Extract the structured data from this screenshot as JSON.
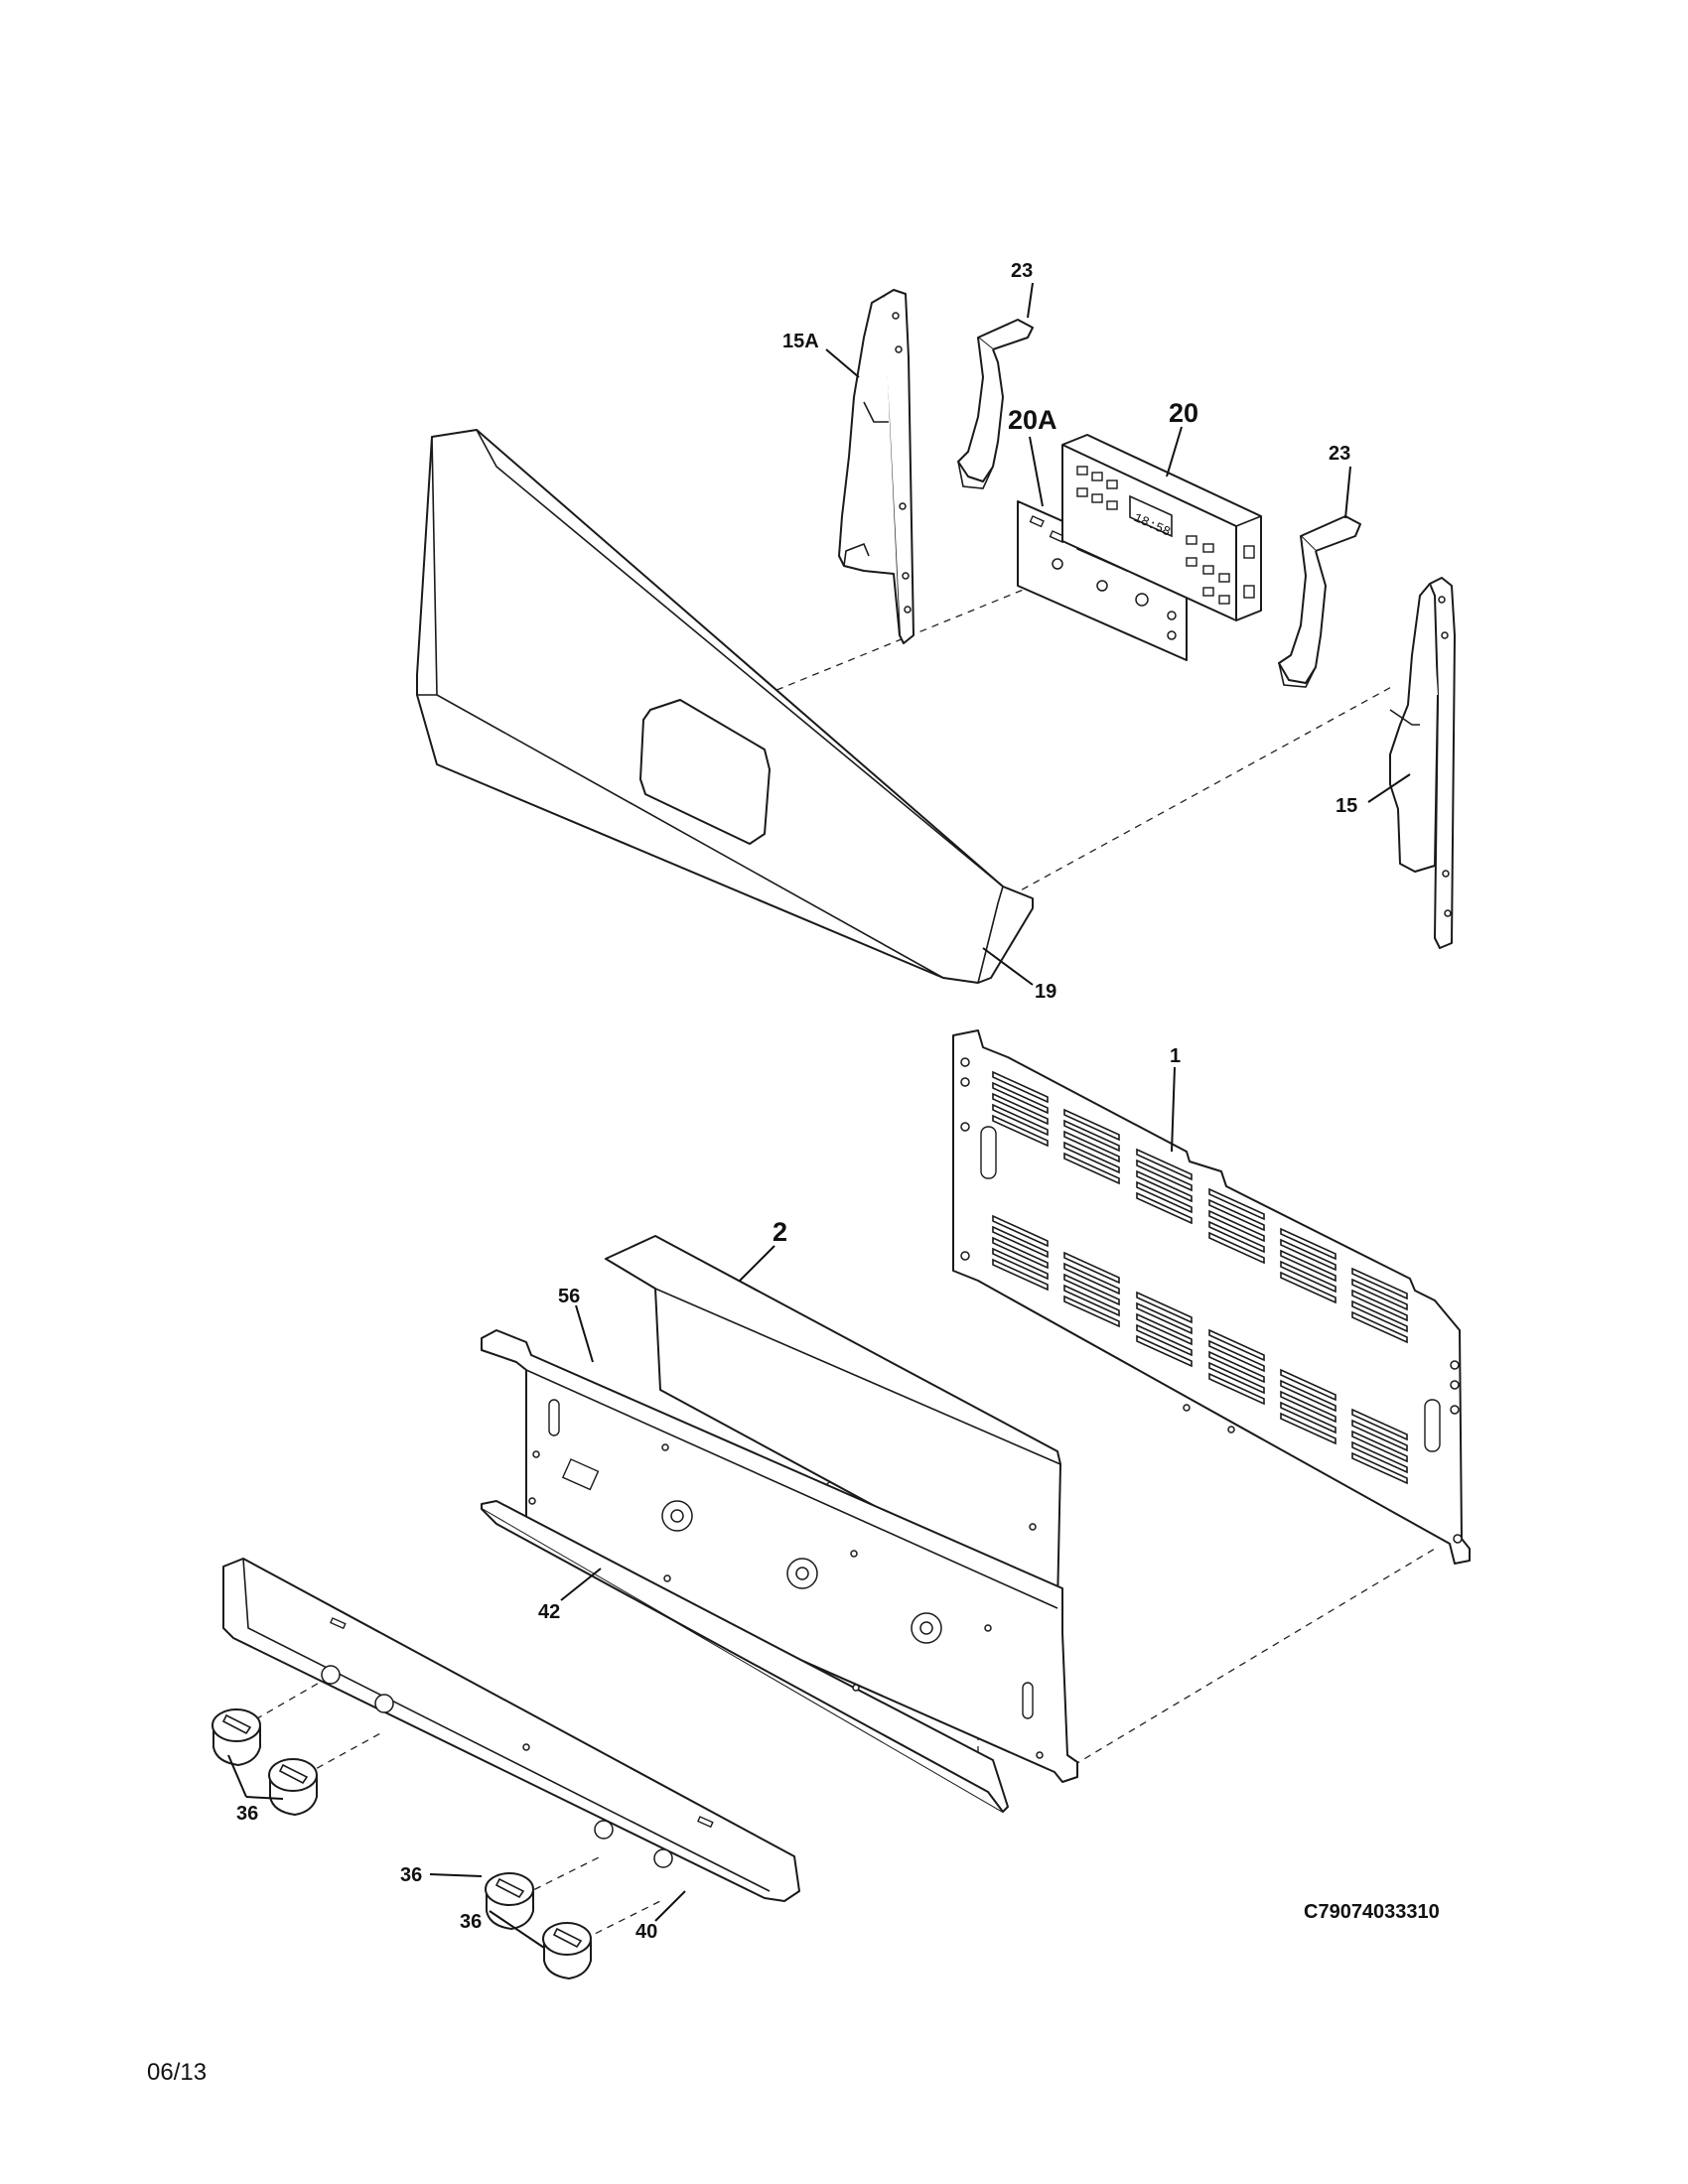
{
  "diagram": {
    "callouts": {
      "c23_top": "23",
      "c15a": "15A",
      "c20a": "20A",
      "c20": "20",
      "c23_right": "23",
      "c15": "15",
      "c19": "19",
      "c1": "1",
      "c2": "2",
      "c56": "56",
      "c42": "42",
      "c36_left": "36",
      "c36_mid": "36",
      "c36_low": "36",
      "c40": "40"
    },
    "display_text": "18:58",
    "drawing_code": "C79074033310",
    "date": "06/13"
  }
}
